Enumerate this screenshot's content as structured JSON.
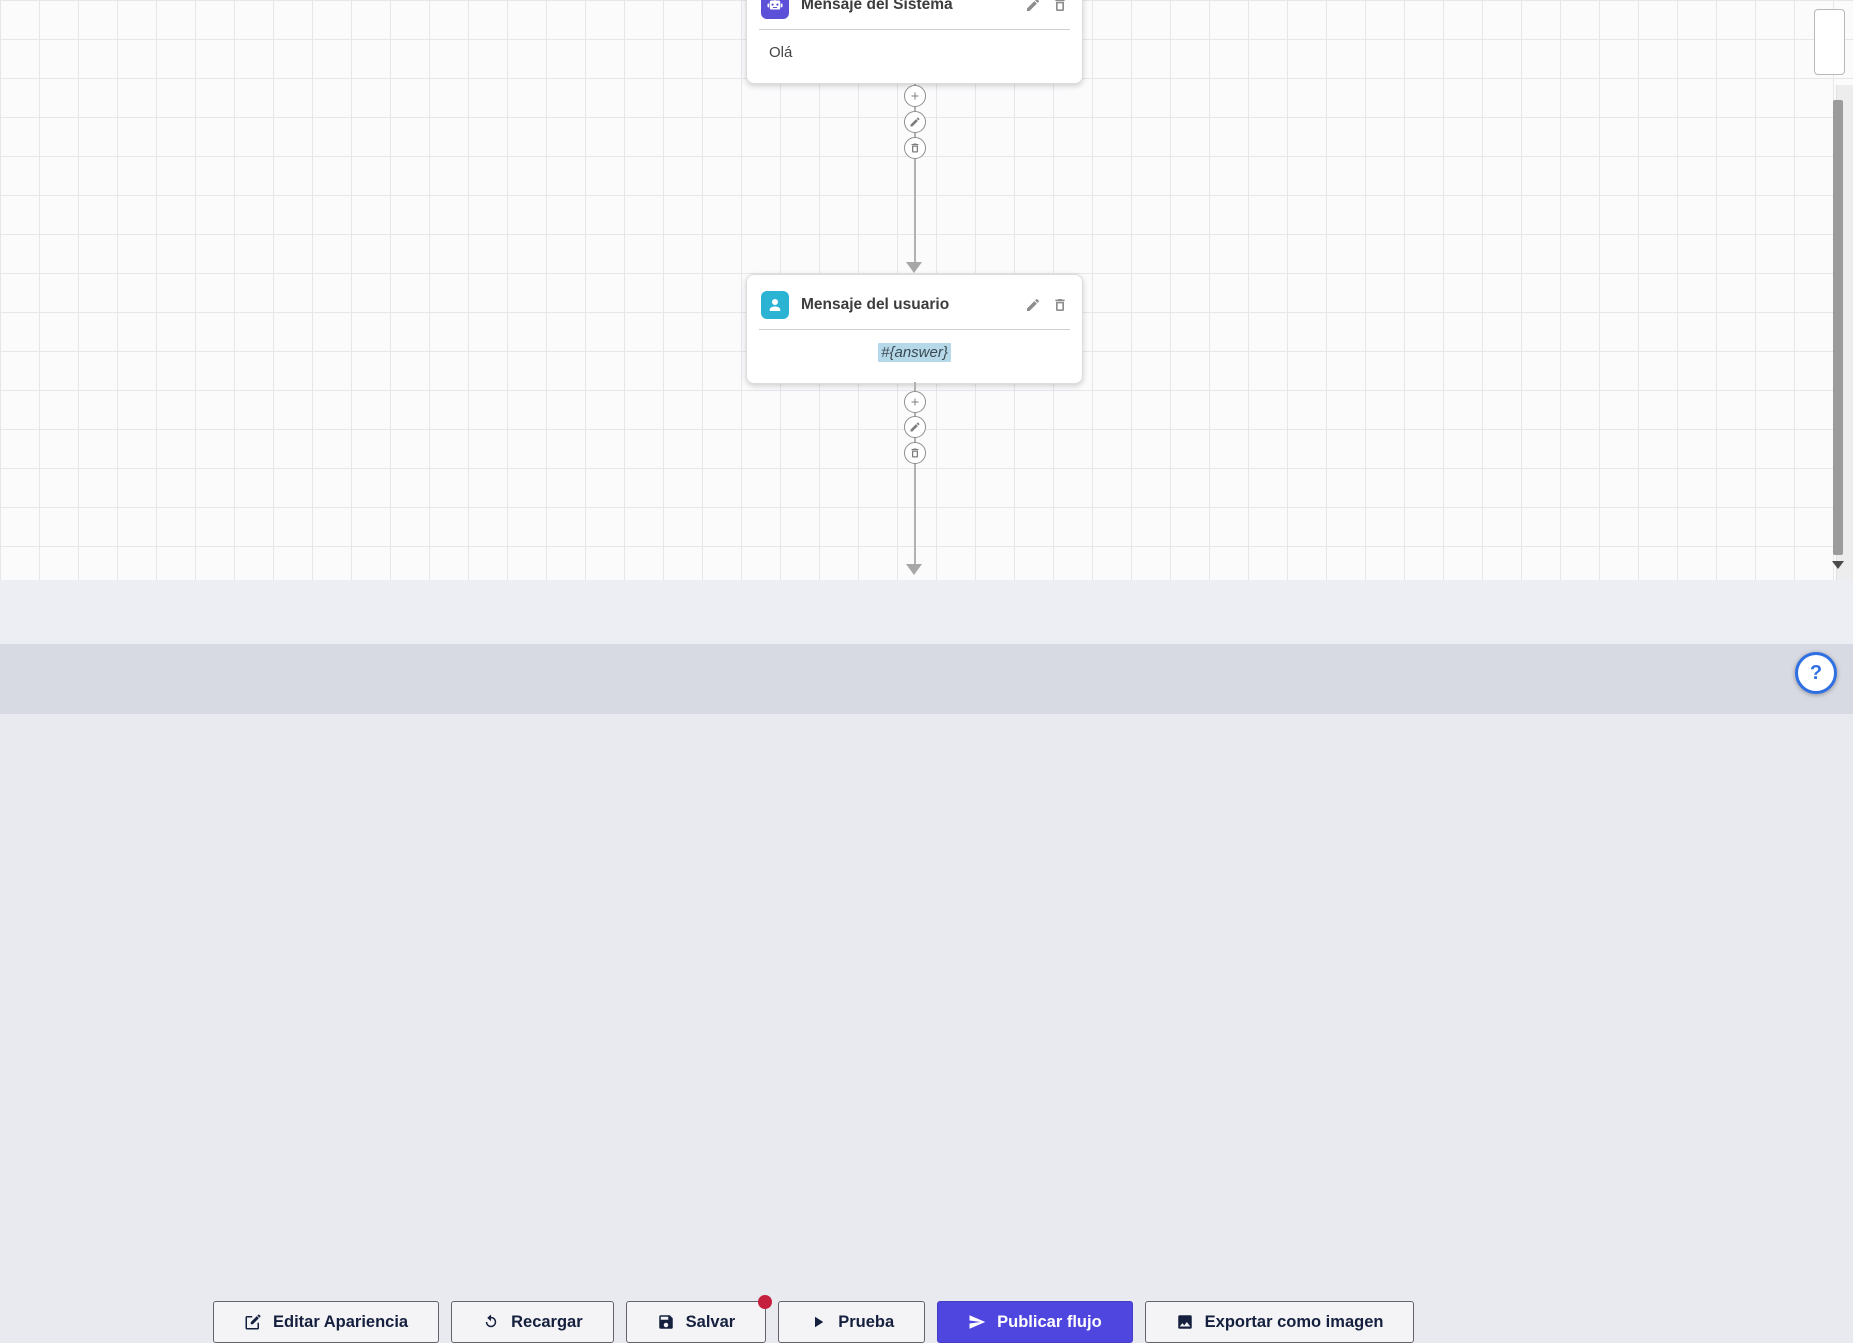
{
  "canvas": {
    "nodes": [
      {
        "title": "Mensaje del Sistema",
        "body": "Olá",
        "icon": "robot-icon",
        "icon_bg": "#5b50d7",
        "actions": [
          {
            "name": "edit",
            "icon": "pencil-icon"
          },
          {
            "name": "delete",
            "icon": "trash-icon"
          }
        ]
      },
      {
        "title": "Mensaje del usuario",
        "body": "#{answer}",
        "body_highlight_color": "#b5d9e9",
        "icon": "user-icon",
        "icon_bg": "#2bb3d4",
        "actions": [
          {
            "name": "edit",
            "icon": "pencil-icon"
          },
          {
            "name": "delete",
            "icon": "trash-icon"
          }
        ]
      }
    ],
    "connector_actions": [
      {
        "name": "add",
        "icon": "plus-icon"
      },
      {
        "name": "edit",
        "icon": "pencil-icon"
      },
      {
        "name": "delete",
        "icon": "trash-icon"
      }
    ]
  },
  "toolbar": {
    "buttons": [
      {
        "label": "Editar Apariencia",
        "icon": "edit-square-icon"
      },
      {
        "label": "Recargar",
        "icon": "refresh-icon"
      },
      {
        "label": "Salvar",
        "icon": "save-icon",
        "badge": true
      },
      {
        "label": "Prueba",
        "icon": "play-icon"
      },
      {
        "label": "Publicar flujo",
        "icon": "paper-plane-icon",
        "primary": true
      },
      {
        "label": "Exportar como imagen",
        "icon": "image-icon"
      }
    ],
    "badge_color": "#c4203e",
    "primary_color": "#4f46e0"
  },
  "help": {
    "label": "?"
  }
}
